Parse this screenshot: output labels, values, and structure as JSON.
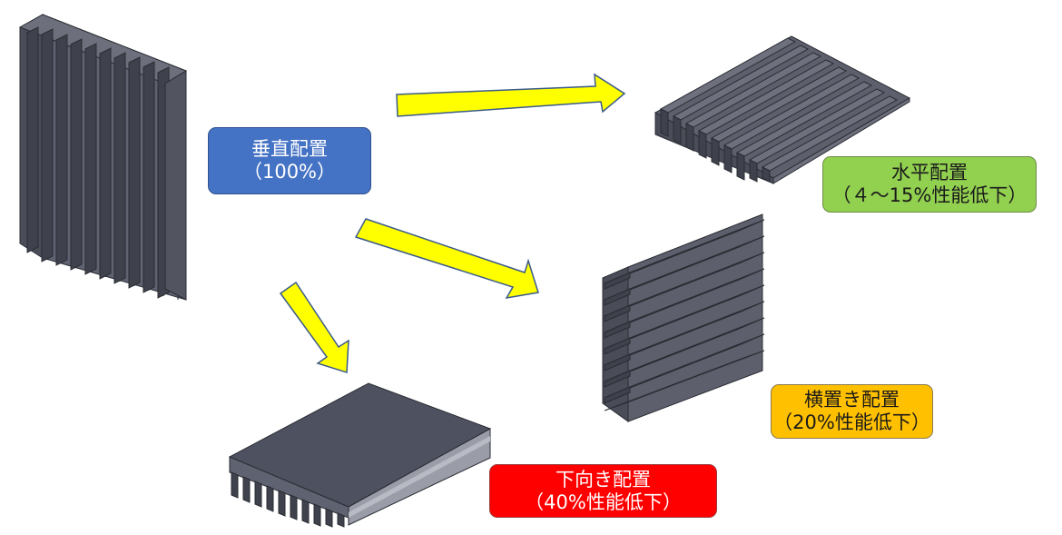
{
  "labels": {
    "vertical": {
      "title": "垂直配置",
      "sub": "（100%）"
    },
    "horizontal": {
      "title": "水平配置",
      "sub": "（４～15%性能低下）"
    },
    "sideways": {
      "title": "横置き配置",
      "sub": "（20%性能低下）"
    },
    "downward": {
      "title": "下向き配置",
      "sub": "（40%性能低下）"
    }
  },
  "performance_percent": {
    "vertical": 100,
    "horizontal_min": 4,
    "horizontal_max": 15,
    "sideways": 20,
    "downward": 40
  },
  "colors": {
    "vertical_box": "#4472c4",
    "horizontal_box": "#92d050",
    "sideways_box": "#ffc000",
    "downward_box": "#ff0000",
    "arrow_fill": "#ffff00",
    "arrow_stroke": "#3a5a8a",
    "heatsink_dark": "#4a4d58",
    "heatsink_mid": "#5d606c",
    "heatsink_light": "#9a9ca8"
  },
  "icons": [
    "heatsink-vertical-icon",
    "heatsink-horizontal-icon",
    "heatsink-sideways-icon",
    "heatsink-downward-icon",
    "arrow-icon"
  ]
}
